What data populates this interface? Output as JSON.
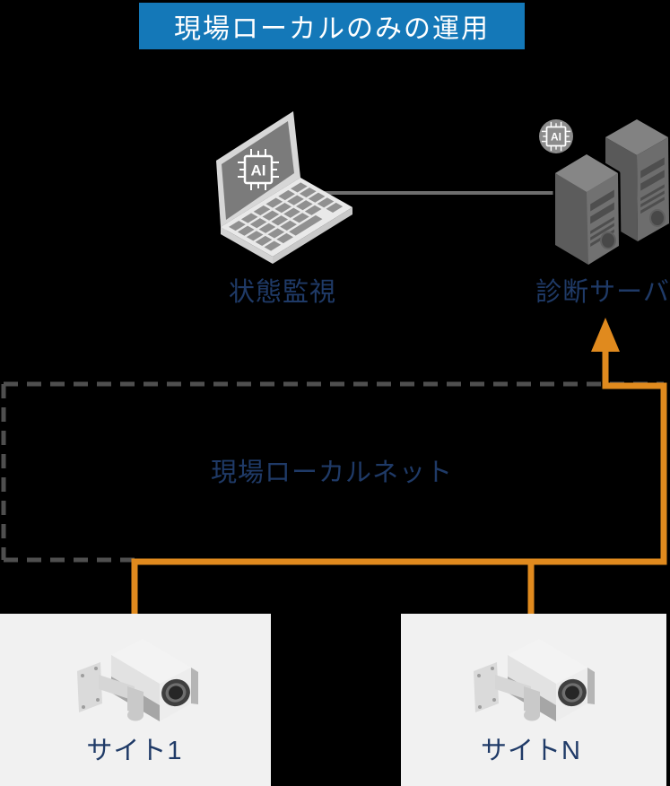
{
  "banner": {
    "label": "現場ローカルのみの運用"
  },
  "labels": {
    "monitoring": "状態監視",
    "diagnosis_server": "診断サーバ",
    "local_network": "現場ローカルネット",
    "site1": "サイト1",
    "siteN": "サイトN",
    "ai_chip": "AI"
  },
  "icons": {
    "laptop": "laptop-ai-monitor-icon",
    "server": "server-towers-icon",
    "ai_badge": "ai-chip-badge-icon",
    "camera": "cctv-camera-icon"
  },
  "colors": {
    "background": "#000000",
    "banner_bg": "#1478b8",
    "banner_text": "#ffffff",
    "label_text": "#1f3a67",
    "accent_orange": "#e08a1e",
    "dashed_border": "#4f4f4f",
    "site_box_bg": "#f1f1f1",
    "connector_gray": "#6e6e6e"
  }
}
